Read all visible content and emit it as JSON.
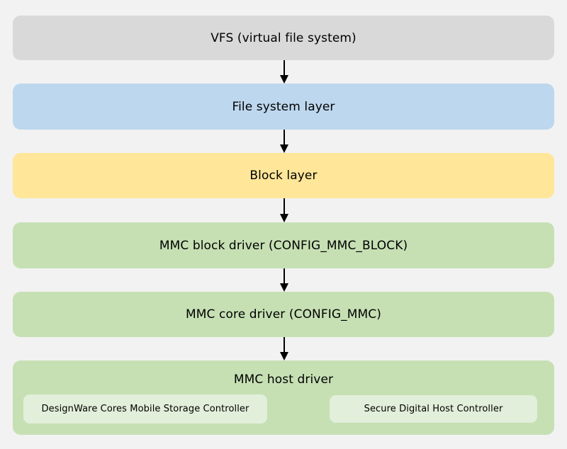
{
  "diagram": {
    "background_color": "#f2f2f2",
    "text_color": "#000000",
    "arrow_color": "#000000",
    "layers": [
      {
        "label": "VFS (virtual file system)",
        "color": "#d9d9d9"
      },
      {
        "label": "File system layer",
        "color": "#bdd7ee"
      },
      {
        "label": "Block layer",
        "color": "#ffe699"
      },
      {
        "label": "MMC block driver (CONFIG_MMC_BLOCK)",
        "color": "#c6e0b4"
      },
      {
        "label": "MMC core driver (CONFIG_MMC)",
        "color": "#c6e0b4"
      },
      {
        "label": "MMC host driver",
        "color": "#c6e0b4",
        "controllers": [
          {
            "label": "DesignWare Cores Mobile Storage Controller",
            "color": "#e2efda"
          },
          {
            "label": "Secure Digital Host Controller",
            "color": "#e2efda"
          }
        ]
      }
    ]
  }
}
